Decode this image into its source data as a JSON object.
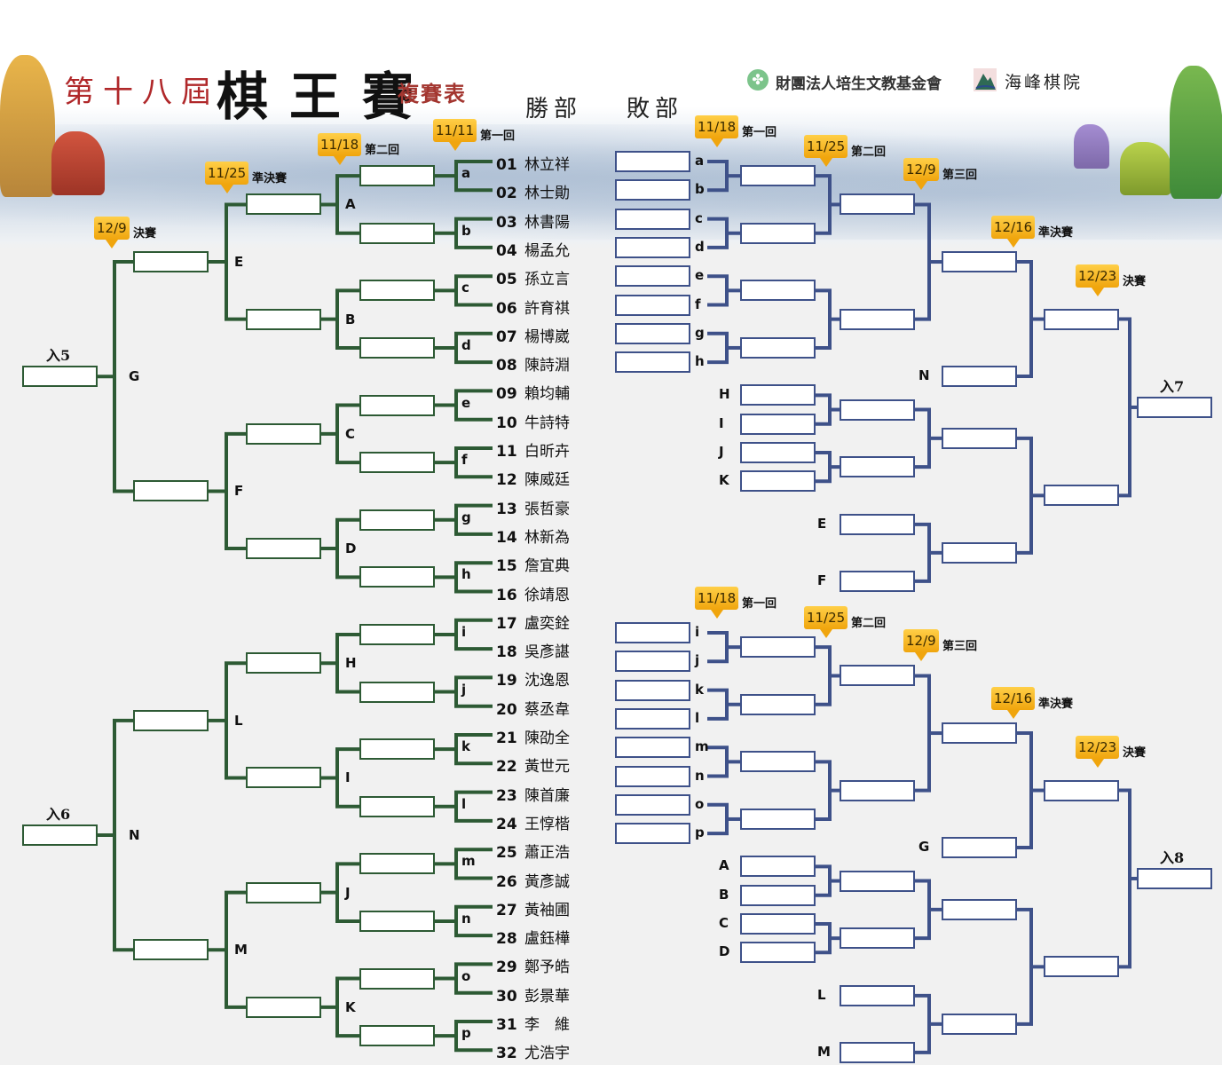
{
  "header": {
    "edition": "第十八屆",
    "event": "棋王賽",
    "subtitle": "複賽表",
    "winners_bracket": "勝部",
    "losers_bracket": "敗部",
    "sponsor": "財團法人培生文教基金會",
    "organizer": "海峰棋院",
    "sponsor_icon": "clover-icon",
    "organizer_icon": "mountain-logo-icon"
  },
  "colors": {
    "winners_line": "#2d5a34",
    "losers_line": "#3e5189",
    "date_tag": "#f5b523",
    "title_red": "#b0282a"
  },
  "players": [
    {
      "num": "01",
      "name": "林立祥"
    },
    {
      "num": "02",
      "name": "林士勛"
    },
    {
      "num": "03",
      "name": "林書陽"
    },
    {
      "num": "04",
      "name": "楊孟允"
    },
    {
      "num": "05",
      "name": "孫立言"
    },
    {
      "num": "06",
      "name": "許育祺"
    },
    {
      "num": "07",
      "name": "楊博崴"
    },
    {
      "num": "08",
      "name": "陳詩淵"
    },
    {
      "num": "09",
      "name": "賴均輔"
    },
    {
      "num": "10",
      "name": "牛詩特"
    },
    {
      "num": "11",
      "name": "白昕卉"
    },
    {
      "num": "12",
      "name": "陳威廷"
    },
    {
      "num": "13",
      "name": "張哲豪"
    },
    {
      "num": "14",
      "name": "林新為"
    },
    {
      "num": "15",
      "name": "詹宜典"
    },
    {
      "num": "16",
      "name": "徐靖恩"
    },
    {
      "num": "17",
      "name": "盧奕銓"
    },
    {
      "num": "18",
      "name": "吳彥諶"
    },
    {
      "num": "19",
      "name": "沈逸恩"
    },
    {
      "num": "20",
      "name": "蔡丞韋"
    },
    {
      "num": "21",
      "name": "陳劭全"
    },
    {
      "num": "22",
      "name": "黃世元"
    },
    {
      "num": "23",
      "name": "陳首廉"
    },
    {
      "num": "24",
      "name": "王惇楷"
    },
    {
      "num": "25",
      "name": "蕭正浩"
    },
    {
      "num": "26",
      "name": "黃彥誠"
    },
    {
      "num": "27",
      "name": "黃袖圃"
    },
    {
      "num": "28",
      "name": "盧鈺樺"
    },
    {
      "num": "29",
      "name": "鄭予皓"
    },
    {
      "num": "30",
      "name": "彭景華"
    },
    {
      "num": "31",
      "name": "李　維"
    },
    {
      "num": "32",
      "name": "尤浩宇"
    }
  ],
  "winners": {
    "match_r1": [
      "a",
      "b",
      "c",
      "d",
      "e",
      "f",
      "g",
      "h",
      "i",
      "j",
      "k",
      "l",
      "m",
      "n",
      "o",
      "p"
    ],
    "match_r2": [
      "A",
      "B",
      "C",
      "D",
      "H",
      "I",
      "J",
      "K"
    ],
    "match_r3": [
      "E",
      "F",
      "L",
      "M"
    ],
    "match_r4": [
      "G",
      "N"
    ],
    "entries": [
      "入5",
      "入6"
    ],
    "rounds": [
      {
        "date": "11/11",
        "label": "第一回"
      },
      {
        "date": "11/18",
        "label": "第二回"
      },
      {
        "date": "11/25",
        "label": "準決賽"
      },
      {
        "date": "12/9",
        "label": "決賽"
      }
    ]
  },
  "losers": {
    "upper": {
      "r1_labels": [
        "a",
        "b",
        "c",
        "d",
        "e",
        "f",
        "g",
        "h"
      ],
      "drop_labels": [
        "H",
        "I",
        "J",
        "K"
      ],
      "side_labels": [
        "N",
        "E",
        "F"
      ],
      "entry": "入7"
    },
    "lower": {
      "r1_labels": [
        "i",
        "j",
        "k",
        "l",
        "m",
        "n",
        "o",
        "p"
      ],
      "drop_labels": [
        "A",
        "B",
        "C",
        "D"
      ],
      "side_labels": [
        "G",
        "L",
        "M"
      ],
      "entry": "入8"
    },
    "rounds": [
      {
        "date": "11/18",
        "label": "第一回"
      },
      {
        "date": "11/25",
        "label": "第二回"
      },
      {
        "date": "12/9",
        "label": "第三回"
      },
      {
        "date": "12/16",
        "label": "準決賽"
      },
      {
        "date": "12/23",
        "label": "決賽"
      }
    ]
  }
}
